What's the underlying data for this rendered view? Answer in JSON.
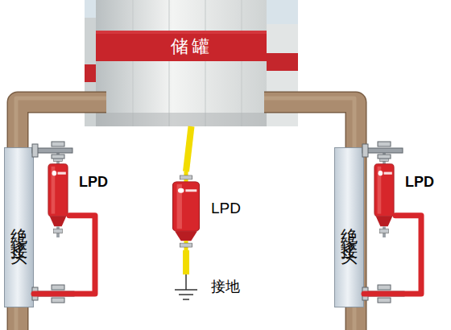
{
  "diagram": {
    "nodes": [
      {
        "text": [
          "储罐"
        ]
      },
      {
        "text": [
          "绝缘接头"
        ]
      },
      {
        "text": [
          "LPD"
        ]
      },
      {
        "text": [
          "LPD"
        ]
      },
      {
        "text": [
          "绝缘接头"
        ]
      },
      {
        "text": [
          "LPD"
        ]
      }
    ],
    "edges": [
      {
        "from": 0,
        "to": 3,
        "arrow": "none"
      },
      {
        "from": 2,
        "to": 1,
        "arrow": "none"
      },
      {
        "from": 5,
        "to": 4,
        "arrow": "none"
      }
    ],
    "labels": [
      "接地"
    ]
  }
}
